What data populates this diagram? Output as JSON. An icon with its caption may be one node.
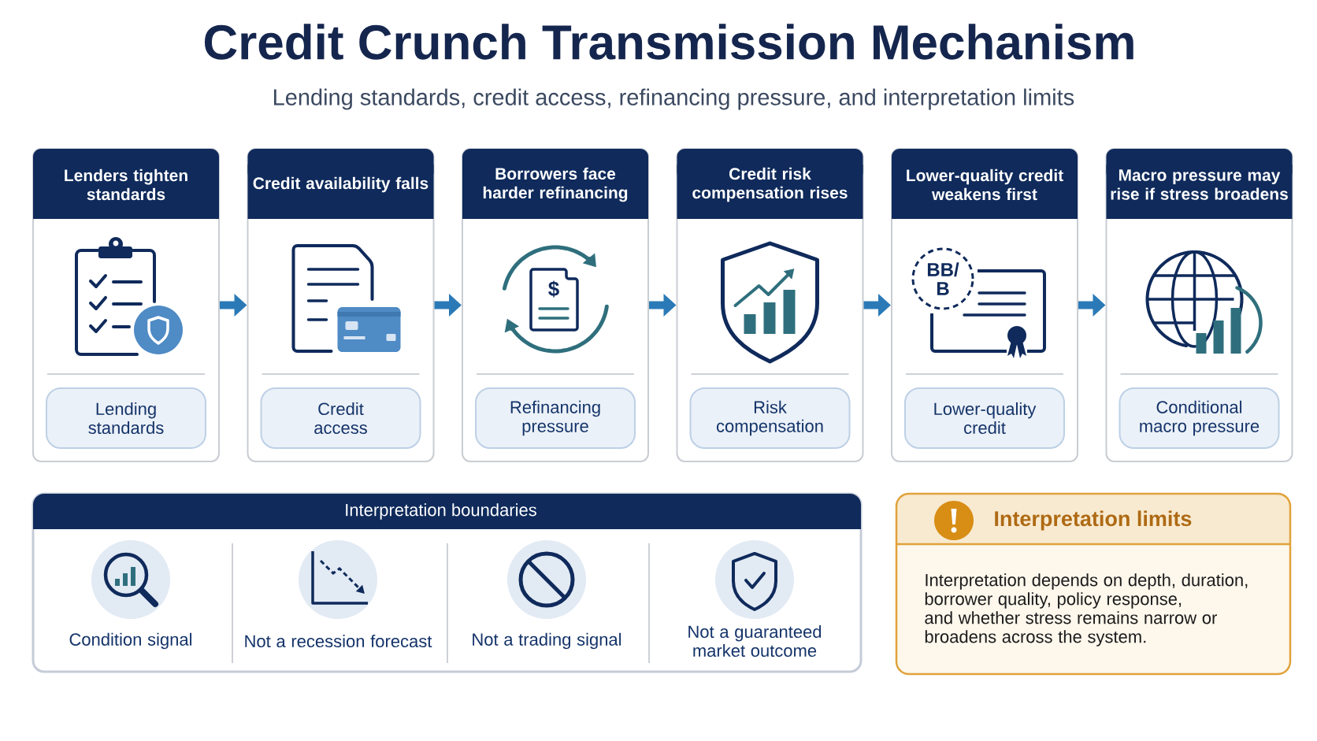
{
  "diagram": {
    "title": "Credit Crunch Transmission Mechanism",
    "nodes": [
      {
        "text": [
          "Lenders tighten standards"
        ]
      },
      {
        "text": [
          "Lending standards"
        ],
        "in": 0
      },
      {
        "text": [
          "Credit availability falls"
        ]
      },
      {
        "text": [
          "Credit access"
        ],
        "in": 2
      },
      {
        "text": [
          "Borrowers face harder refinancing"
        ]
      },
      {
        "text": [
          "Refinancing pressure"
        ],
        "in": 4
      },
      {
        "text": [
          "Credit risk compensation rises"
        ]
      },
      {
        "text": [
          "Risk compensation"
        ],
        "in": 6
      },
      {
        "text": [
          "Lower-quality credit weakens first"
        ]
      },
      {
        "text": [
          "Lower-quality credit"
        ],
        "in": 8
      },
      {
        "text": [
          "Macro pressure may rise if stress broadens"
        ]
      },
      {
        "text": [
          "Conditional macro pressure"
        ],
        "in": 10
      },
      {
        "text": [
          "Interpretation boundaries"
        ]
      },
      {
        "text": [
          "Condition signal"
        ],
        "in": 12
      },
      {
        "text": [
          "Not a recession forecast"
        ],
        "in": 12
      },
      {
        "text": [
          "Not a trading signal"
        ],
        "in": 12
      },
      {
        "text": [
          "Not a guaranteed market outcome"
        ],
        "in": 12
      },
      {
        "text": [
          "Interpretation limits",
          "Interpretation depends on depth, duration, borrower quality, policy response, and whether stress remains narrow or broadens across the system."
        ]
      }
    ],
    "edges": [
      {
        "from": 0,
        "to": 2,
        "arrow": "to"
      },
      {
        "from": 2,
        "to": 4,
        "arrow": "to"
      },
      {
        "from": 4,
        "to": 6,
        "arrow": "to"
      },
      {
        "from": 6,
        "to": 8,
        "arrow": "to"
      },
      {
        "from": 8,
        "to": 10,
        "arrow": "to"
      }
    ],
    "labels": [
      "Lending standards, credit access, refinancing pressure, and interpretation limits",
      "$",
      "BB/ B"
    ]
  }
}
